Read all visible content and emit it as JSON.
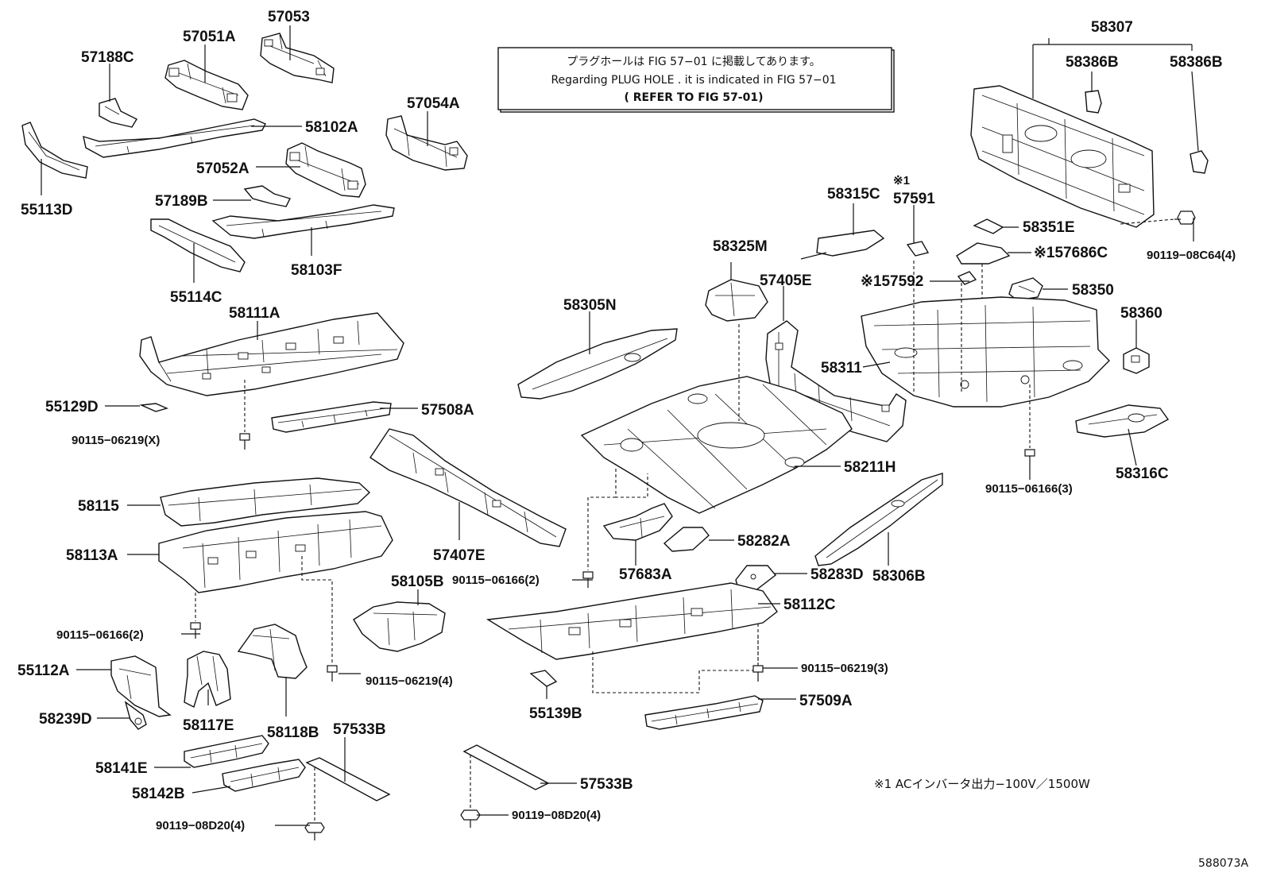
{
  "note": {
    "line1": "プラグホールは FIG 57−01 に掲載してあります。",
    "line2": "Regarding PLUG HOLE . it is indicated in FIG 57−01",
    "line3": "( REFER TO FIG 57-01)"
  },
  "footnote": "※1 ACインバータ出力−100V／1500W",
  "diagram_code": "588073A",
  "parts": {
    "p57053": "57053",
    "p57051A": "57051A",
    "p57188C": "57188C",
    "p58102A": "58102A",
    "p57054A": "57054A",
    "p57052A": "57052A",
    "p55113D": "55113D",
    "p57189B": "57189B",
    "p58103F": "58103F",
    "p55114C": "55114C",
    "p58111A": "58111A",
    "p55129D": "55129D",
    "p57508A": "57508A",
    "p90115_06219X": "90115−06219(X)",
    "p58115": "58115",
    "p58113A": "58113A",
    "p57407E": "57407E",
    "p58105B": "58105B",
    "p90115_06166_2a": "90115−06166(2)",
    "p90115_06219_4": "90115−06219(4)",
    "p55112A": "55112A",
    "p58239D": "58239D",
    "p58117E": "58117E",
    "p58118B": "58118B",
    "p57533B_a": "57533B",
    "p58141E": "58141E",
    "p58142B": "58142B",
    "p90119_08D20_4a": "90119−08D20(4)",
    "p58307": "58307",
    "p58386B_a": "58386B",
    "p58386B_b": "58386B",
    "p90119_08C64_4": "90119−08C64(4)",
    "p58315C": "58315C",
    "p57591_mark": "※1",
    "p57591": "57591",
    "p58351E": "58351E",
    "p57686C": "※157686C",
    "p58325M": "58325M",
    "p57592": "※157592",
    "p57405E": "57405E",
    "p58350": "58350",
    "p58305N": "58305N",
    "p58360": "58360",
    "p58311": "58311",
    "p58211H": "58211H",
    "p58316C": "58316C",
    "p90115_06166_3": "90115−06166(3)",
    "p58282A": "58282A",
    "p57683A": "57683A",
    "p90115_06166_2b": "90115−06166(2)",
    "p58283D": "58283D",
    "p58306B": "58306B",
    "p58112C": "58112C",
    "p90115_06219_3": "90115−06219(3)",
    "p55139B": "55139B",
    "p57509A": "57509A",
    "p57533B_b": "57533B",
    "p90119_08D20_4b": "90119−08D20(4)"
  }
}
